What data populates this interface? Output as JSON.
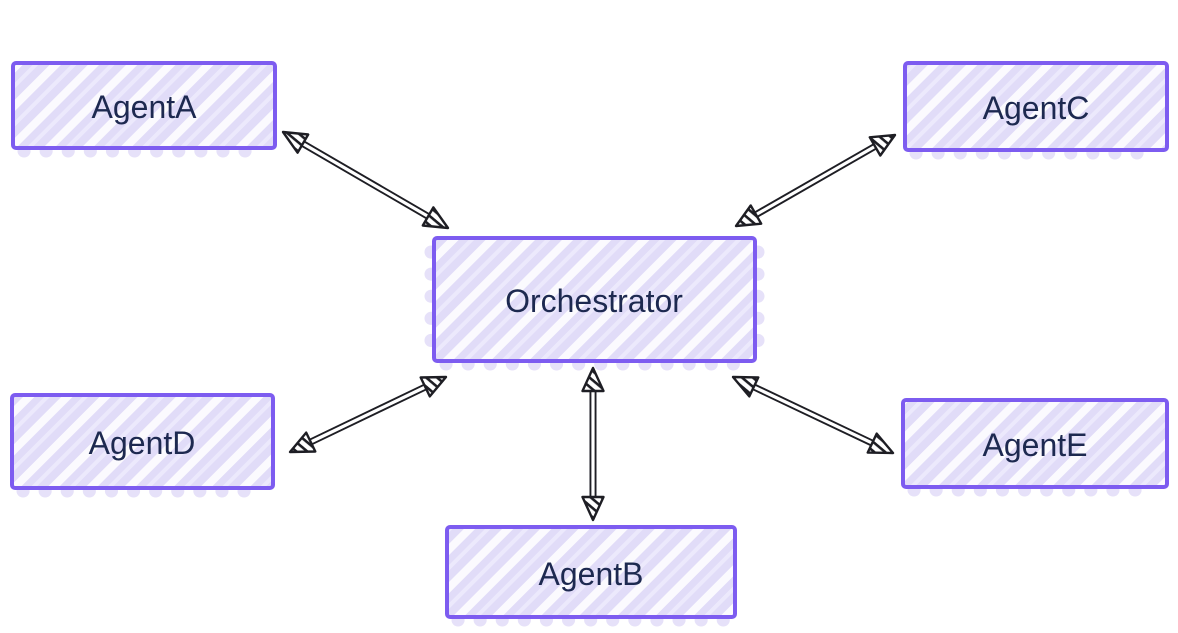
{
  "diagram": {
    "type": "node-link-diagram",
    "style": "hand-drawn-sketch",
    "nodes": [
      {
        "id": "agent-a",
        "label": "AgentA"
      },
      {
        "id": "agent-c",
        "label": "AgentC"
      },
      {
        "id": "orchestrator",
        "label": "Orchestrator"
      },
      {
        "id": "agent-d",
        "label": "AgentD"
      },
      {
        "id": "agent-e",
        "label": "AgentE"
      },
      {
        "id": "agent-b",
        "label": "AgentB"
      }
    ],
    "edges": [
      {
        "from": "AgentA",
        "to": "Orchestrator",
        "direction": "bidirectional"
      },
      {
        "from": "AgentC",
        "to": "Orchestrator",
        "direction": "bidirectional"
      },
      {
        "from": "AgentD",
        "to": "Orchestrator",
        "direction": "bidirectional"
      },
      {
        "from": "AgentE",
        "to": "Orchestrator",
        "direction": "bidirectional"
      },
      {
        "from": "AgentB",
        "to": "Orchestrator",
        "direction": "bidirectional"
      }
    ],
    "colors": {
      "node_border": "#7d5cf0",
      "node_fill_base": "#e1dcf8",
      "node_fill_highlight": "#ffffff",
      "label_text": "#1d2950",
      "arrow": "#1e1e24",
      "background": "#ffffff"
    }
  }
}
